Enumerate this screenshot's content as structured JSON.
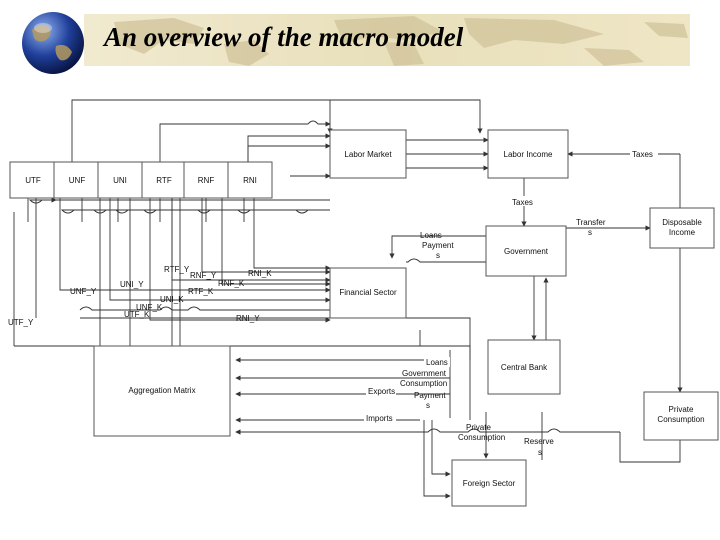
{
  "slide": {
    "title": "An overview of the macro model"
  },
  "boxes": {
    "utf": "UTF",
    "unf": "UNF",
    "uni": "UNI",
    "rtf": "RTF",
    "rnf": "RNF",
    "rni": "RNI",
    "labor_market": "Labor Market",
    "labor_income": "Labor Income",
    "government": "Government",
    "disposable_income": [
      "Disposable",
      "Income"
    ],
    "financial_sector": "Financial Sector",
    "central_bank": "Central Bank",
    "aggregation_matrix": "Aggregation Matrix",
    "private_consumption": [
      "Private",
      "Consumption"
    ],
    "foreign_sector": "Foreign Sector"
  },
  "labels": {
    "taxes_top": "Taxes",
    "taxes_mid": "Taxes",
    "transfers": [
      "Transfer",
      "s"
    ],
    "loans_payments": [
      "Loans",
      "Payment",
      "s"
    ],
    "rtf_y": "RTF_Y",
    "rnf_y": "RNF_Y",
    "rni_k": "RNI_K",
    "rnf_k": "RNF_K",
    "unf_y": "UNF_Y",
    "uni_y": "UNI_Y",
    "rtf_k": "RTF_K",
    "uni_k": "UNI_K",
    "unf_k": "UNF_K",
    "utf_k": "UTF_K",
    "rni_y": "RNI_Y",
    "utf_y": "UTF_Y",
    "loans_bottom": "Loans",
    "government_consumption": [
      "Government",
      "Consumption"
    ],
    "payments_bottom": [
      "Payment",
      "s"
    ],
    "exports": "Exports",
    "imports": "Imports",
    "private_consumption_flow": [
      "Private",
      "Consumption"
    ],
    "reserves": [
      "Reserve",
      "s"
    ]
  },
  "colors": {
    "line": "#333333",
    "box_border": "#555555",
    "banner": "#ece4c4",
    "map_land": "#d0c39a"
  }
}
